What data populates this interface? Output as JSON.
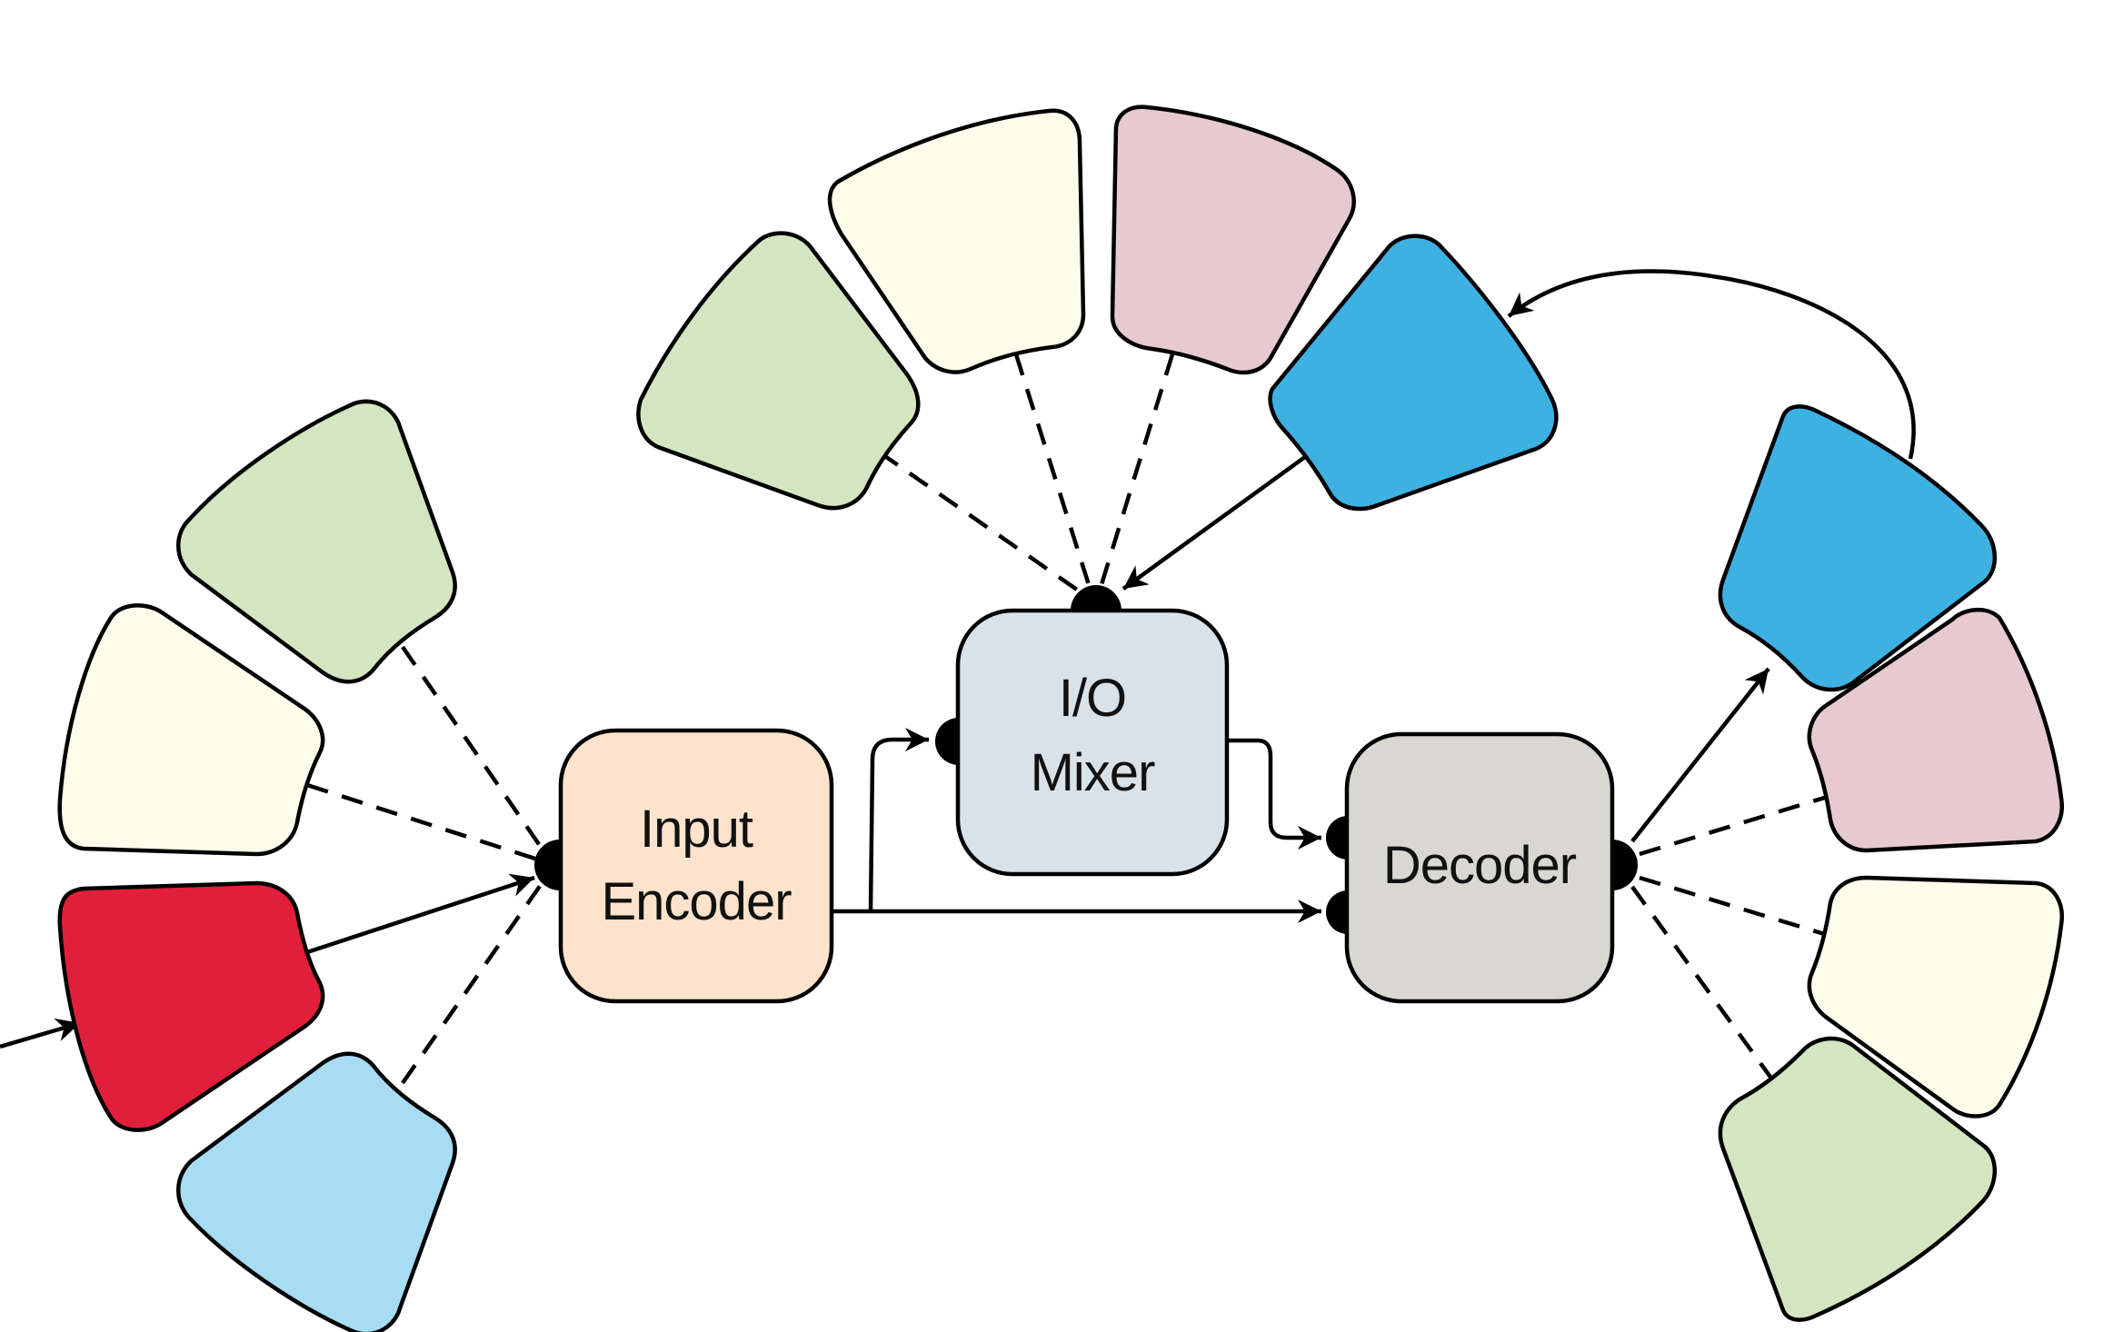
{
  "boxes": {
    "input_encoder": {
      "line1": "Input",
      "line2": "Encoder",
      "color": "#fde3cb"
    },
    "io_mixer": {
      "line1": "I/O",
      "line2": "Mixer",
      "color": "#dae2e9"
    },
    "decoder": {
      "line1": "Decoder",
      "color": "#d8d7d2"
    }
  },
  "colors": {
    "green": "#d4e6c1",
    "yellow": "#fefdeb",
    "pink": "#e6cacf",
    "red": "#e21f3b",
    "light_blue": "#a7dcf3",
    "blue": "#3eb1e3"
  },
  "fan_segments": {
    "left": [
      "green",
      "yellow",
      "red",
      "light_blue"
    ],
    "top": [
      "green",
      "yellow",
      "pink",
      "blue"
    ],
    "right": [
      "blue",
      "pink",
      "yellow",
      "green"
    ]
  }
}
